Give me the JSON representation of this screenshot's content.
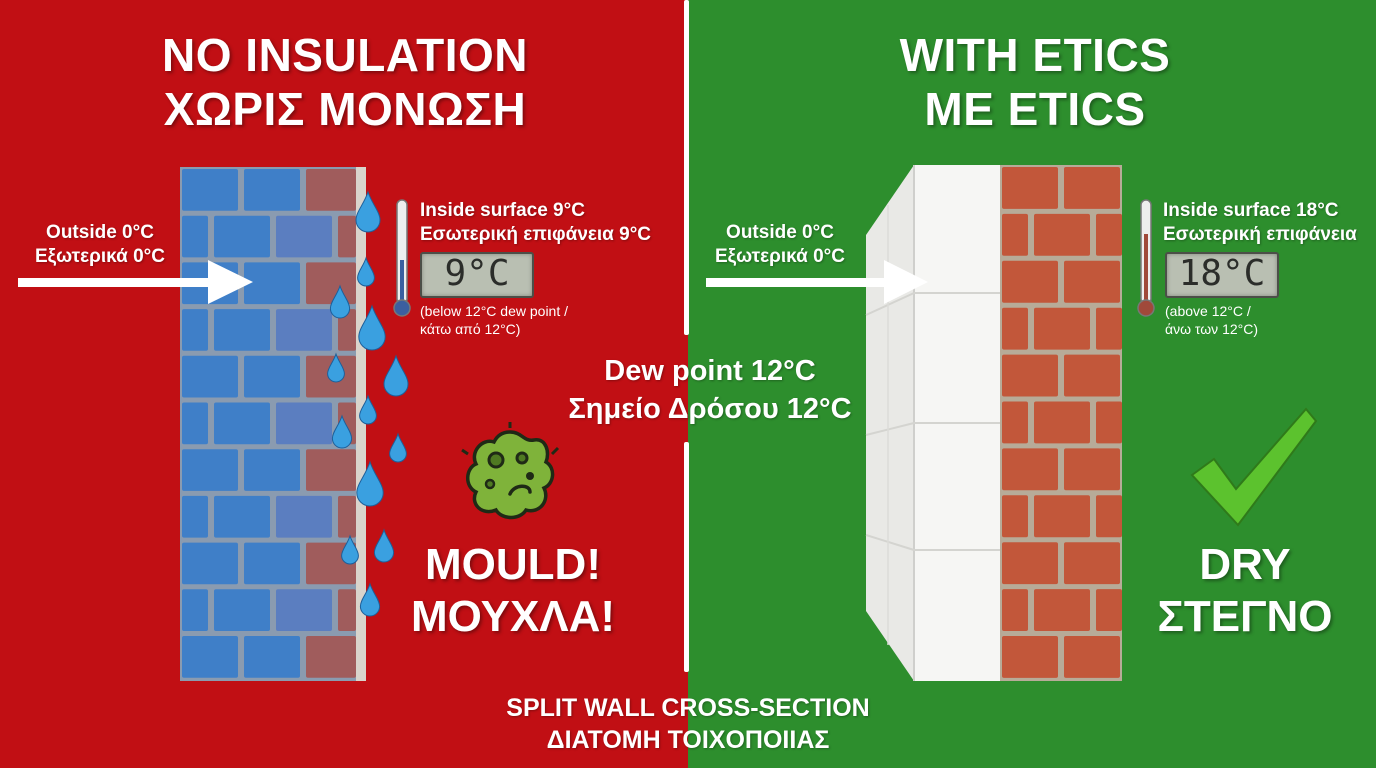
{
  "left": {
    "title_en": "NO INSULATION",
    "title_gr": "ΧΩΡΙΣ ΜΟΝΩΣΗ",
    "outside_en": "Outside 0°C",
    "outside_gr": "Εξωτερικά 0°C",
    "inside_en": "Inside surface 9°C",
    "inside_gr": "Εσωτερική επιφάνεια 9°C",
    "lcd": "9°C",
    "note_en": "(below 12°C dew point /",
    "note_gr": "κάτω από 12°C)",
    "result_en": "MOULD!",
    "result_gr": "ΜΟΥΧΛΑ!"
  },
  "right": {
    "title_en": "WITH ETICS",
    "title_gr": "ME ETICS",
    "outside_en": "Outside 0°C",
    "outside_gr": "Εξωτερικά 0°C",
    "inside_en": "Inside surface 18°C",
    "inside_gr": "Εσωτερική επιφάνεια",
    "lcd": "18°C",
    "note_en": "(above 12°C /",
    "note_gr": "άνω των 12°C)",
    "result_en": "DRY",
    "result_gr": "ΣΤΕΓΝΟ"
  },
  "dew_point": {
    "en": "Dew point 12°C",
    "gr": "Σημείο Δρόσου 12°C"
  },
  "caption": {
    "en": "SPLIT WALL CROSS-SECTION",
    "gr": "ΔΙΑΤΟΜΗ ΤΟΙΧΟΠΟΙΙΑΣ"
  },
  "colors": {
    "left_bg": "#c10f14",
    "right_bg": "#2d8e2d",
    "brick": "#c2573a",
    "cold_brick": "#3f7fc8",
    "droplet": "#3aa0e0",
    "mould": "#7fb33a",
    "check": "#5cc22e"
  },
  "icons": [
    "water-droplet-icon",
    "thermometer-icon",
    "mould-icon",
    "checkmark-icon",
    "arrow-right-icon"
  ]
}
